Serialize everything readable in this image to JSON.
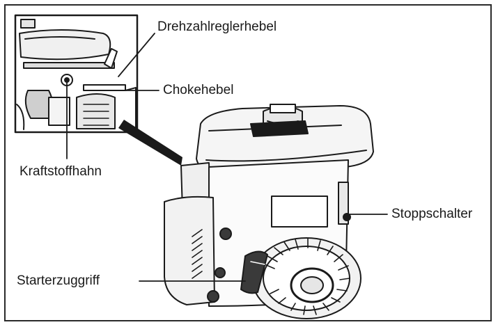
{
  "labels": {
    "governor_lever": "Drehzahlreglerhebel",
    "choke_lever": "Chokehebel",
    "fuel_valve": "Kraftstoffhahn",
    "stop_switch": "Stoppschalter",
    "starter_grip": "Starterzuggriff"
  },
  "colors": {
    "line": "#1a1a1a",
    "fill_light": "#f2f2f2",
    "fill_dark": "#3a3a3a"
  }
}
